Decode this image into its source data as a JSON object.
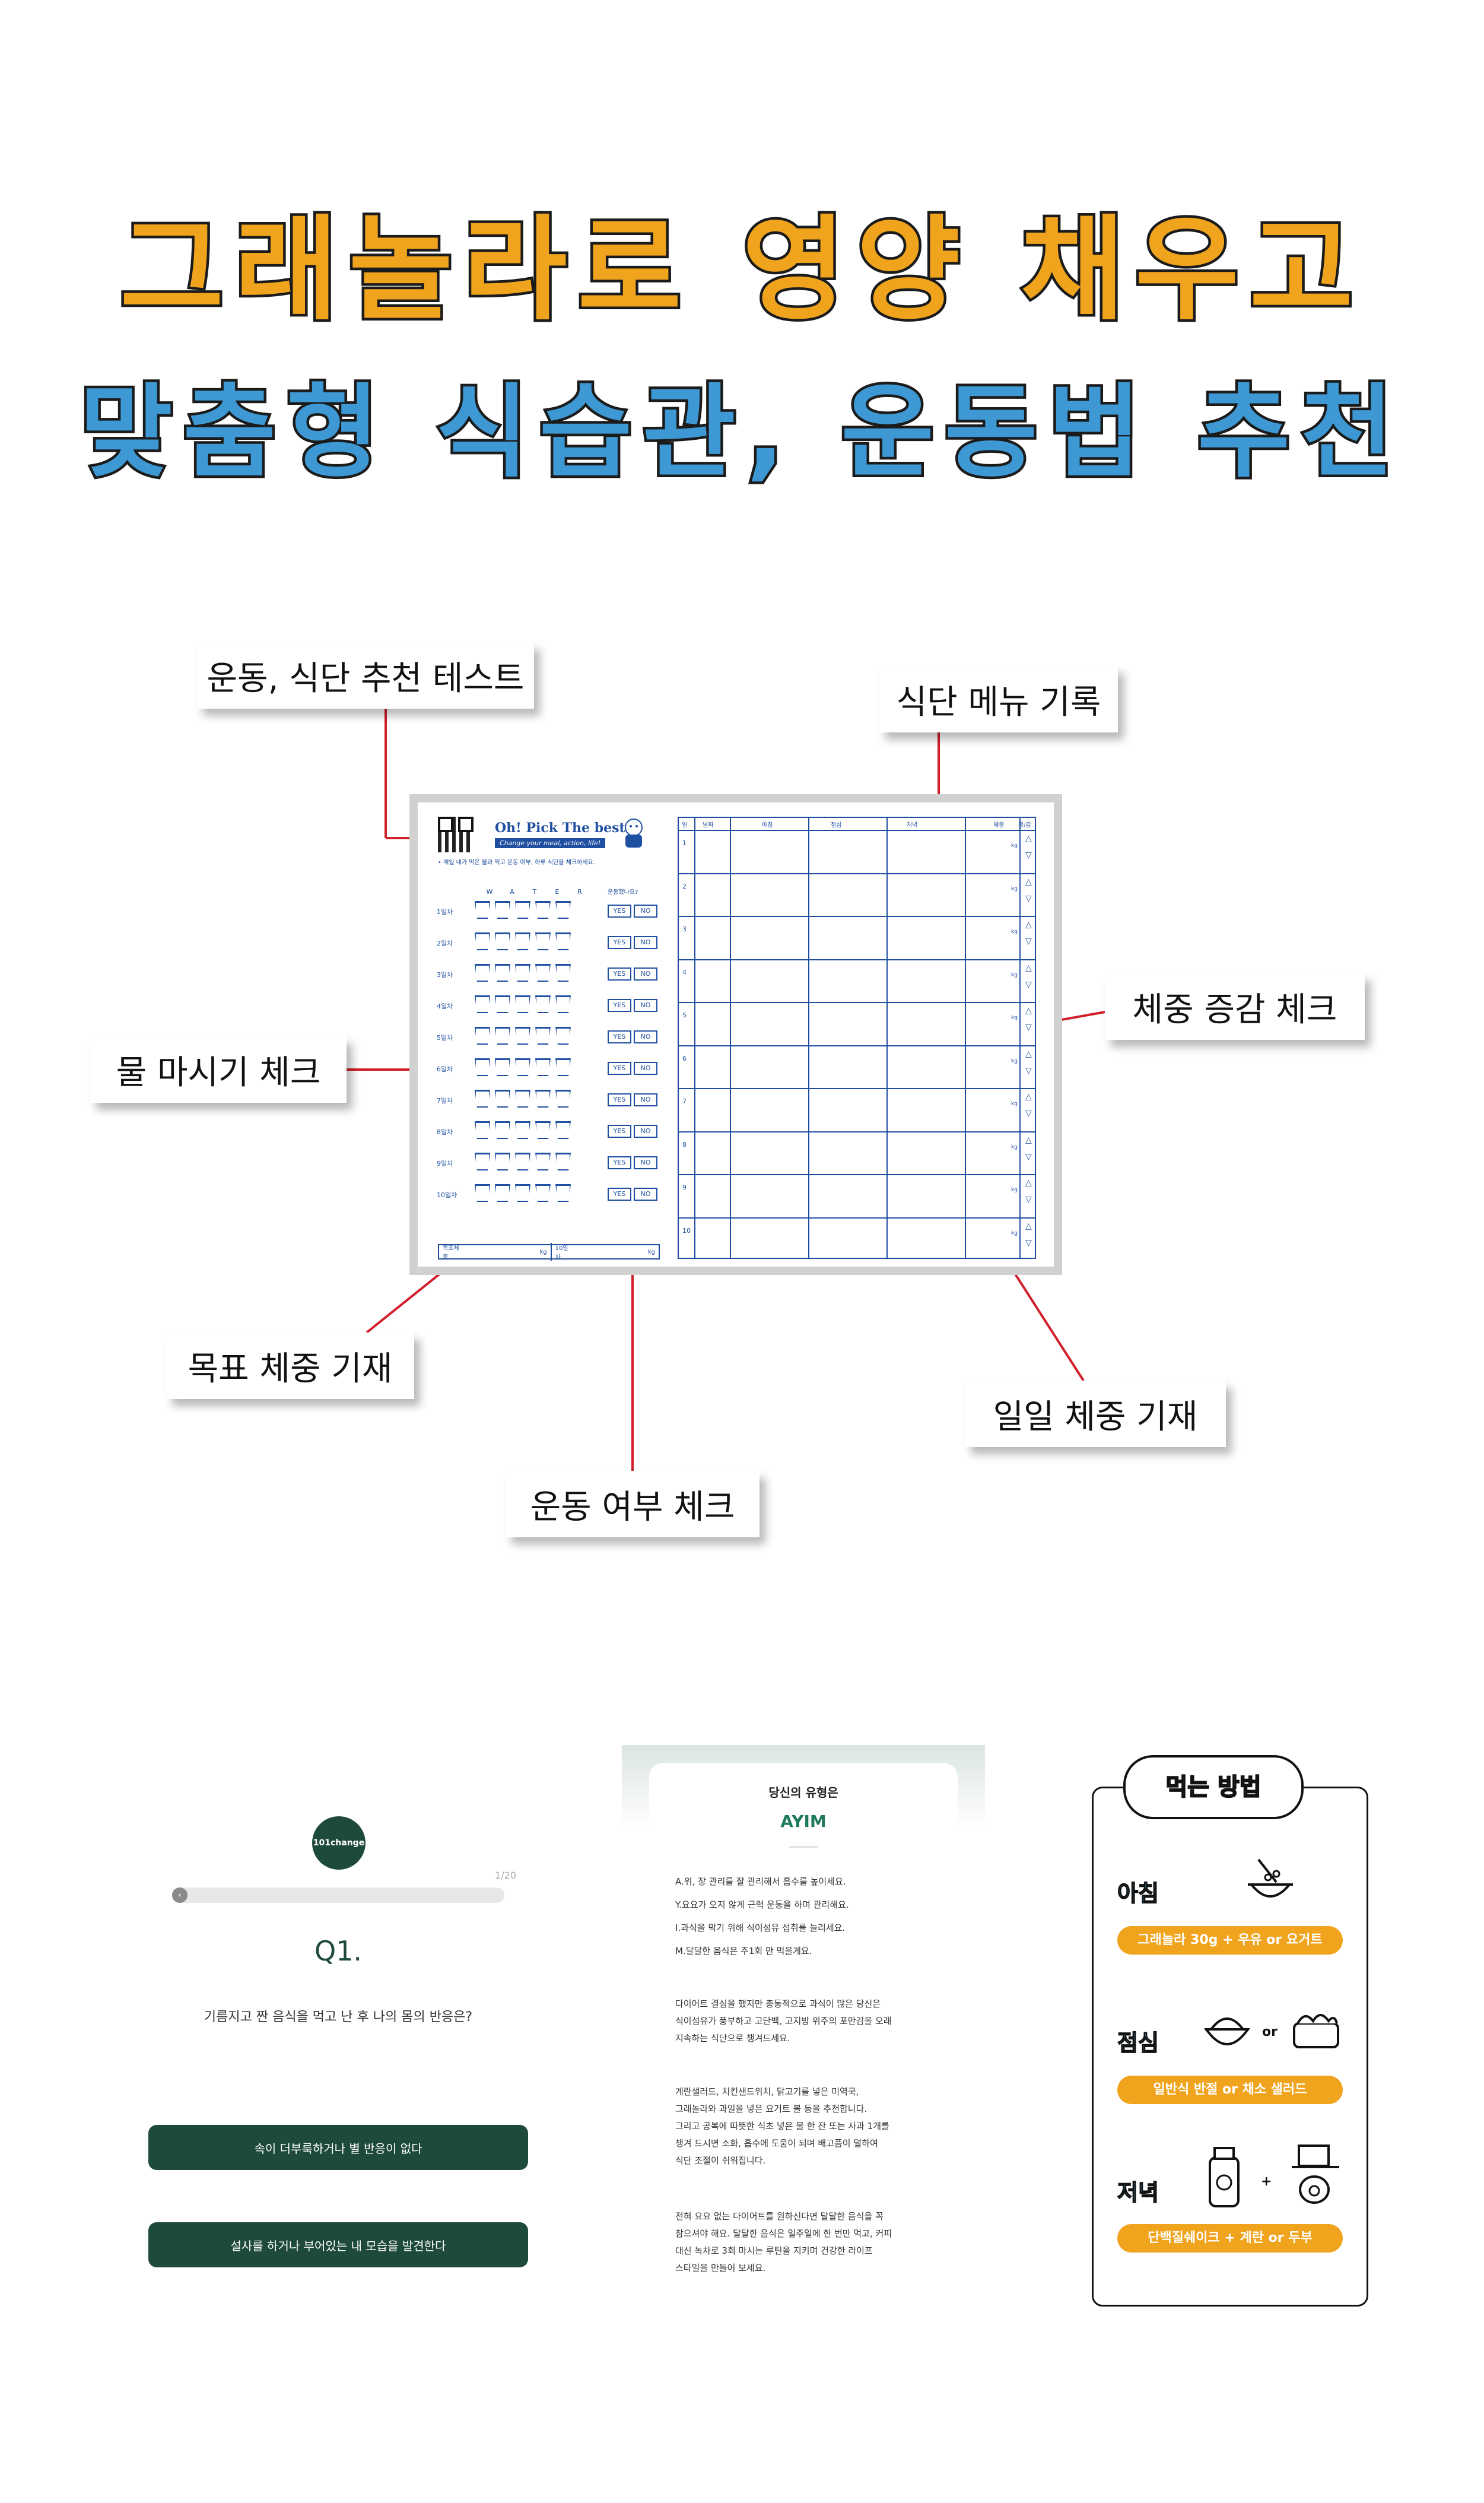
{
  "headline": {
    "line1": "그래놀라로 영양 채우고",
    "line2": "맞춤형 식습관, 운동법 추천",
    "colors": {
      "line1": "#f0a41e",
      "line2": "#3e98d3"
    }
  },
  "callouts": {
    "test": "운동, 식단 추천 테스트",
    "menu": "식단 메뉴 기록",
    "weight_change": "체중 증감 체크",
    "water": "물 마시기 체크",
    "goal_weight": "목표 체중 기재",
    "daily_weight": "일일 체중 기재",
    "exercise": "운동 여부 체크"
  },
  "worksheet": {
    "title": "Oh! Pick The best!",
    "subtitle": "Change your meal, action, life!",
    "note": "• 매일 내가 먹은 물과 먹고 운동 여부, 하루 식단을 체크하세요.",
    "water_letters": [
      "W",
      "A",
      "T",
      "E",
      "R"
    ],
    "exercise_header": "운동했나요?",
    "days": [
      "1일차",
      "2일차",
      "3일차",
      "4일차",
      "5일차",
      "6일차",
      "7일차",
      "8일차",
      "9일차",
      "10일차"
    ],
    "yes": "YES",
    "no": "NO",
    "goal_label": "목표체중",
    "kg": "kg",
    "day10_label": "10일차",
    "table_headers": [
      "일",
      "날짜",
      "아침",
      "점심",
      "저녁",
      "체중",
      "증/감"
    ],
    "row_numbers": [
      "1",
      "2",
      "3",
      "4",
      "5",
      "6",
      "7",
      "8",
      "9",
      "10"
    ],
    "up": "△",
    "down": "▽"
  },
  "quiz": {
    "logo": "101change",
    "count": "1/20",
    "back": "‹",
    "question_number": "Q1.",
    "question": "기름지고 짠 음식을 먹고 난 후 나의 몸의 반응은?",
    "answers": [
      "속이 더부룩하거나 별 반응이 없다",
      "설사를 하거나 부어있는 내 모습을 발견한다"
    ]
  },
  "result": {
    "title": "당신의 유형은",
    "type": "AYIM",
    "traits": [
      "A.위, 장 관리를 잘 관리해서 흡수를 높이세요.",
      "Y.요요가 오지 않게 근력 운동을 하며 관리해요.",
      "I.과식을 막기 위해 식이섬유 섭취를 늘리세요.",
      "M.달달한 음식은 주1회 만 먹을게요."
    ],
    "p1": [
      "다이어트 결심을 했지만 충동적으로 과식이 많은 당신은",
      "식이섬유가 풍부하고 고단백, 고지방 위주의 포만감을 오래",
      "지속하는 식단으로 챙겨드세요."
    ],
    "p2": [
      "계란샐러드, 치킨샌드위치, 닭고기를 넣은 미역국,",
      "그래놀라와 과일을 넣은 요거트 볼 등을 추천합니다.",
      "그리고 공복에 따뜻한 식초 넣은 물 한 잔 또는 사과 1개를",
      "챙겨 드시면 소화, 흡수에 도움이 되며 배고픔이 덜하여",
      "식단 조절이 쉬워집니다."
    ],
    "p3": [
      "전혀 요요 없는 다이어트를 원하신다면 달달한 음식을 꼭",
      "참으셔야 해요. 달달한 음식은 일주일에 한 번만 먹고, 커피",
      "대신 녹차로 3회 마시는 루틴을 지키며 건강한 라이프",
      "스타일을 만들어 보세요."
    ]
  },
  "howto": {
    "title": "먹는 방법",
    "meals": [
      {
        "name": "아침",
        "desc": "그래놀라 30g + 우유 or 요거트"
      },
      {
        "name": "점심",
        "desc": "일반식 반절 or 채소 샐러드"
      },
      {
        "name": "저녁",
        "desc": "단백질쉐이크 + 계란 or 두부"
      }
    ],
    "or": "or",
    "plus": "+",
    "colors": {
      "meal": "#3e98d3",
      "pill": "#f0a41e"
    }
  }
}
